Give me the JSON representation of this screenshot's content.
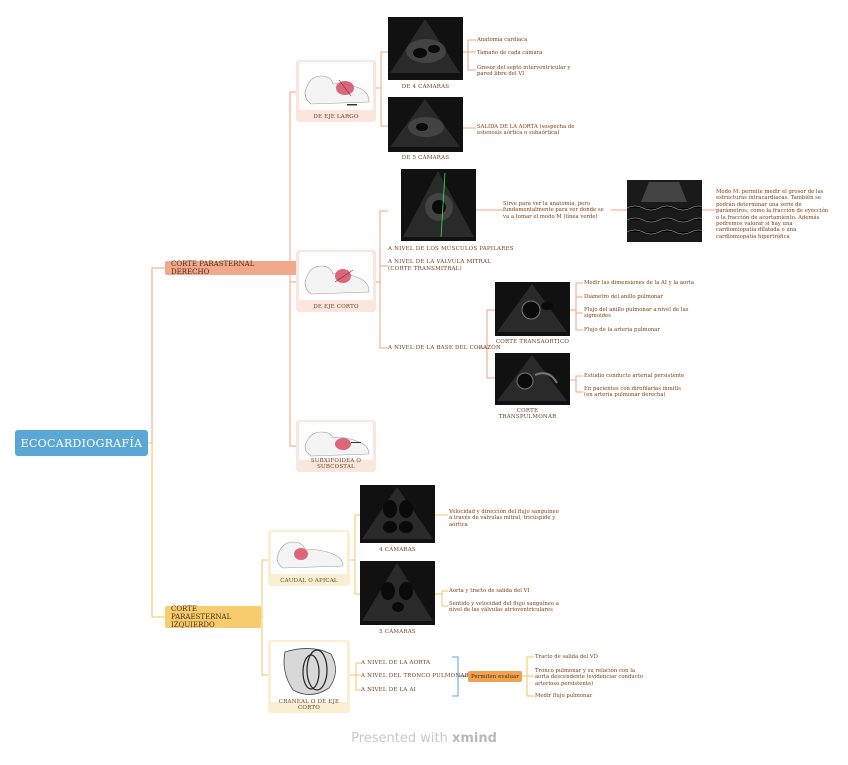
{
  "root": {
    "label": "ECOCARDIOGRAFÍA"
  },
  "branch_right": {
    "label": "CORTE PARASTERNAL DERECHO",
    "eje_largo": {
      "label": "DE EJE LARGO",
      "cuatro_camaras": {
        "label": "DE 4 CÁMARAS",
        "points": [
          "Anatomía cardiaca",
          "Tamaño de cada cámara",
          "Grosor del septo interventricular y pared libre del VI"
        ]
      },
      "cinco_camaras": {
        "label": "DE 5 CÁMARAS",
        "points": [
          "SALIDA DE LA AORTA (sospecha de estenosis aórtica o subaórtica)"
        ]
      }
    },
    "eje_corto": {
      "label": "DE EJE CORTO",
      "musculos_papilares": {
        "label": "A NIVEL DE LOS MÚSCULOS PAPILARES",
        "note": "Sirve para ver la anatomía, pero fundamentalmente para ver donde se va a tomar el modo M (línea verde)",
        "modo_m": "Modo M: permite medir el grosor de las estructuras intracardiacas. También se podrán determinar una serie de parámetros, como la fracción de eyección o la fracción de acortamiento. Además podremos valorar si hay una cardiomiopatía dilatada o una cardiomiopatía hipertrófica"
      },
      "valvula_mitral": {
        "label": "A NIVEL DE LA VÁLVULA MITRAL (CORTE TRANSMITRAL)"
      },
      "base_corazon": {
        "label": "A NIVEL DE LA BASE DEL CORAZÓN",
        "transaortico": {
          "label": "CORTE TRANSAÓRTICO",
          "points": [
            "Medir las dimensiones de la AI y la aorta",
            "Diámetro del anillo pulmonar",
            "Flujo del anillo pulmonar a nivel de las sigmoides",
            "Flujo de la arteria pulmonar"
          ]
        },
        "transpulmonar": {
          "label": "CORTE TRANSPULMONAR",
          "points": [
            "Estudio conducto arterial persistente",
            "En pacientes con dirofilarias inmitis (en arteria pulmonar derecha)"
          ]
        }
      }
    },
    "subxifoidea": {
      "label": "SUBXIFOIDEA O SUBCOSTAL"
    }
  },
  "branch_left": {
    "label": "CORTE PARAESTERNAL IZQUIERDO",
    "caudal": {
      "label": "CAUDAL O APICAL",
      "cuatro_camaras": {
        "label": "4 CÁMARAS",
        "points": [
          "Velocidad y dirección del flujo sanguíneo a través de válvulas mitral, tricúspide y aórtica"
        ]
      },
      "cinco_camaras": {
        "label": "5 CÁMARAS",
        "points": [
          "Aorta y tracto de salida del VI",
          "Sentido y velocidad del flujo sanguíneo a nivel de las válvulas atrioventriculares"
        ]
      }
    },
    "craneal": {
      "label": "CRANEAL O DE EJE CORTO",
      "levels": [
        "A NIVEL DE LA AORTA",
        "A NIVEL DEL TRONCO PULMONAR",
        "A NIVEL DE LA AI"
      ],
      "permiten": "Permiten evaluar",
      "points": [
        "Tracto de salida del VD",
        "Tronco pulmonar y su relación con la aorta descendente (evidenciar conducto arterioso persistente)",
        "Medir flujo pulmonar"
      ]
    }
  },
  "footer": {
    "prefix": "Presented with ",
    "brand": "xmind"
  },
  "colors": {
    "root": "#5aa7d6",
    "right_branch": "#f2a88a",
    "left_branch": "#f6cc6e",
    "right_line": "#f0a383",
    "left_line": "#f3c45f",
    "leaf_text": "#7a3b10",
    "bracket": "#5aa7d6",
    "permiten": "#f0a24e"
  }
}
